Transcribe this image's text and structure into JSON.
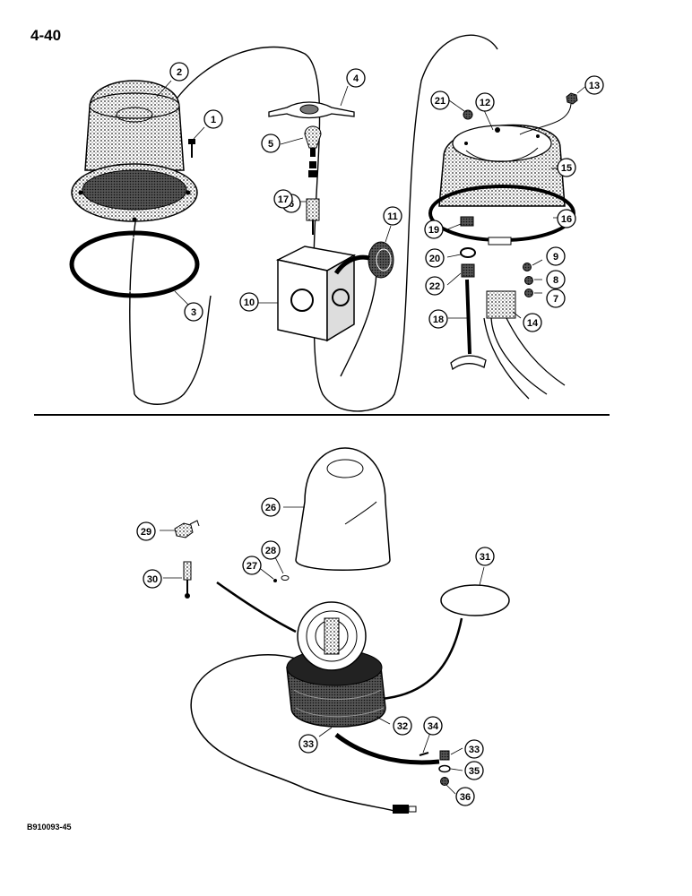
{
  "page_number": "4-40",
  "figure_code": "B910093-45",
  "callouts": [
    {
      "id": "c1",
      "label": "1"
    },
    {
      "id": "c2",
      "label": "2"
    },
    {
      "id": "c3",
      "label": "3"
    },
    {
      "id": "c4",
      "label": "4"
    },
    {
      "id": "c5",
      "label": "5"
    },
    {
      "id": "c6",
      "label": "6"
    },
    {
      "id": "c7",
      "label": "7"
    },
    {
      "id": "c8",
      "label": "8"
    },
    {
      "id": "c9",
      "label": "9"
    },
    {
      "id": "c10",
      "label": "10"
    },
    {
      "id": "c11",
      "label": "11"
    },
    {
      "id": "c12",
      "label": "12"
    },
    {
      "id": "c13",
      "label": "13"
    },
    {
      "id": "c14",
      "label": "14"
    },
    {
      "id": "c15",
      "label": "15"
    },
    {
      "id": "c16",
      "label": "16"
    },
    {
      "id": "c17",
      "label": "17"
    },
    {
      "id": "c18",
      "label": "18"
    },
    {
      "id": "c19",
      "label": "19"
    },
    {
      "id": "c20",
      "label": "20"
    },
    {
      "id": "c21",
      "label": "21"
    },
    {
      "id": "c22",
      "label": "22"
    },
    {
      "id": "c26",
      "label": "26"
    },
    {
      "id": "c27",
      "label": "27"
    },
    {
      "id": "c28",
      "label": "28"
    },
    {
      "id": "c29",
      "label": "29"
    },
    {
      "id": "c30",
      "label": "30"
    },
    {
      "id": "c31",
      "label": "31"
    },
    {
      "id": "c32",
      "label": "32"
    },
    {
      "id": "c33a",
      "label": "33"
    },
    {
      "id": "c33b",
      "label": "33"
    },
    {
      "id": "c34",
      "label": "34"
    },
    {
      "id": "c35",
      "label": "35"
    },
    {
      "id": "c36",
      "label": "36"
    }
  ]
}
